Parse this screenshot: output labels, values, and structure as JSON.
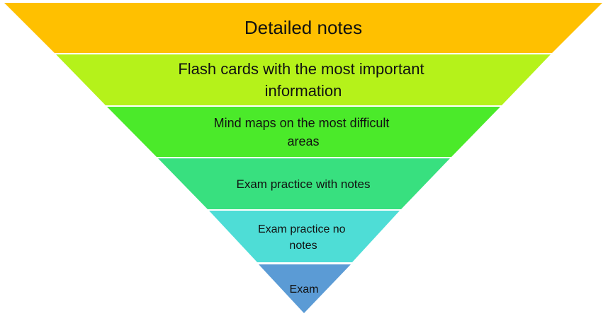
{
  "funnel": {
    "levels": [
      {
        "lines": [
          "Detailed notes"
        ],
        "color": "#FFC000"
      },
      {
        "lines": [
          "Flash cards with the most important",
          "information"
        ],
        "color": "#B5F21A"
      },
      {
        "lines": [
          "Mind maps on the most difficult",
          "areas"
        ],
        "color": "#4BEA2A"
      },
      {
        "lines": [
          "Exam practice with notes"
        ],
        "color": "#38E07F"
      },
      {
        "lines": [
          "Exam practice no",
          "notes"
        ],
        "color": "#4EDDD6"
      },
      {
        "lines": [
          "Exam"
        ],
        "color": "#5B9BD5"
      }
    ]
  }
}
